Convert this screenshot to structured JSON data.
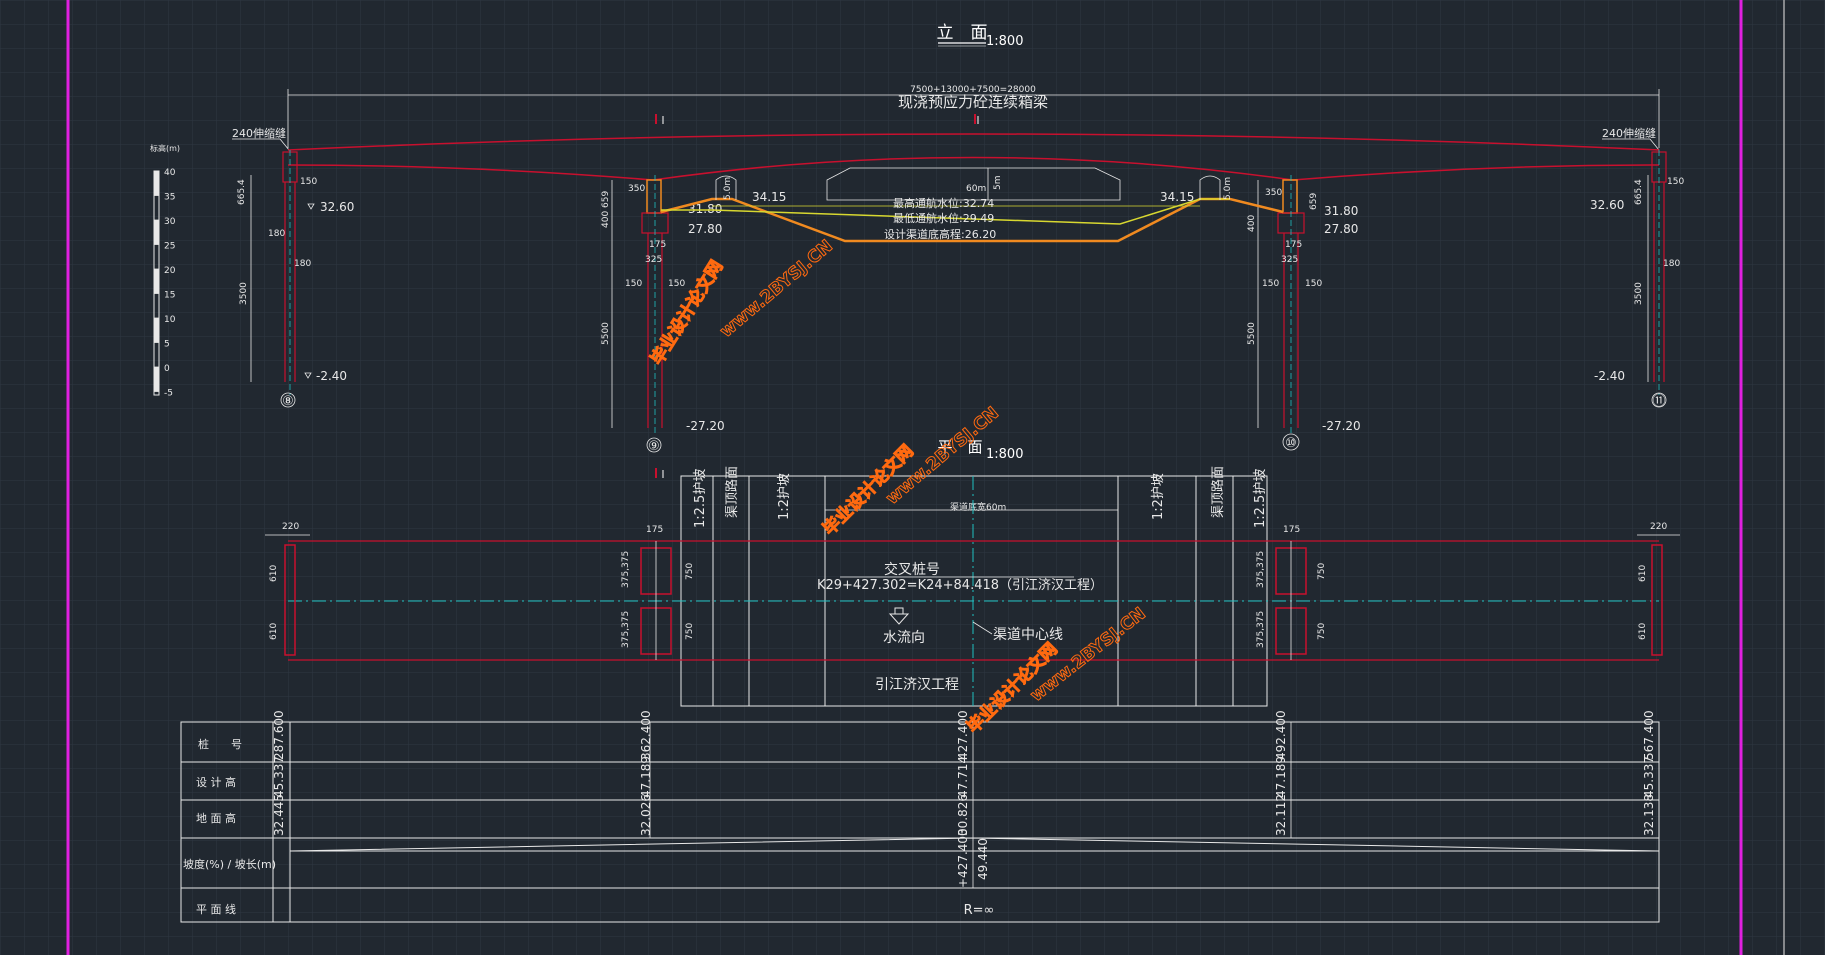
{
  "colors": {
    "background": "#212830",
    "grid": "#2e3742",
    "border_magenta": "#e020e0",
    "beam_red": "#c8102e",
    "line_white": "#e8e8e8",
    "water_yellow": "#d8d830",
    "channel_orange": "#f08a20",
    "centerline_cyan": "#20c0c0",
    "watermark_orange": "#ff6a10"
  },
  "elevation": {
    "title": "立　面",
    "scale": "1:800",
    "span_dim": "7500+13000+7500=28000",
    "beam_label": "现浇预应力砼连续箱梁",
    "section_mark": "I",
    "expansion_joint_left": "240伸缩缝",
    "expansion_joint_right": "240伸缩缝",
    "scale_bar_title": "标高(m)",
    "scale_bar_ticks": [
      "40",
      "35",
      "30",
      "25",
      "20",
      "15",
      "10",
      "5",
      "0",
      "-5"
    ],
    "left_abutment": {
      "dim_150": "150",
      "dim_665": "665.4",
      "dim_180a": "180",
      "dim_180b": "180",
      "dim_3500": "3500",
      "elev_top": "32.60",
      "elev_bottom": "-2.40",
      "axis": "⑧"
    },
    "pier_9": {
      "dim_350": "350",
      "dim_659": "659",
      "dim_400": "400",
      "dim_175": "175",
      "dim_325": "325",
      "dim_150a": "150",
      "dim_150b": "150",
      "dim_5500": "5500",
      "elev_a": "31.80",
      "elev_b": "27.80",
      "elev_bottom": "-27.20",
      "axis": "⑨"
    },
    "pier_10": {
      "dim_350": "350",
      "dim_659": "659",
      "dim_400": "400",
      "dim_175": "175",
      "dim_325": "325",
      "dim_150a": "150",
      "dim_150b": "150",
      "dim_5500": "5500",
      "elev_a": "31.80",
      "elev_b": "27.80",
      "elev_bottom": "-27.20",
      "axis": "⑩"
    },
    "right_abutment": {
      "dim_150": "150",
      "dim_665": "665.4",
      "dim_180": "180",
      "dim_3500": "3500",
      "elev_top": "32.60",
      "elev_bottom": "-2.40",
      "axis": "⑪"
    },
    "channel": {
      "bank_left": "34.15",
      "bank_right": "34.15",
      "berm_left": "5.0m",
      "berm_right": "5.0m",
      "width": "60m",
      "height": "5m",
      "water_max": "最高通航水位:32.74",
      "water_min": "最低通航水位:29.49",
      "bed": "设计渠道底高程:26.20"
    }
  },
  "plan": {
    "title": "平　面",
    "scale": "1:800",
    "section_mark": "I",
    "slope_left_1": "1:2.5护坡",
    "road_left": "渠顶路面",
    "slope_left_2": "1:2护坡",
    "slope_right_1": "1:2护坡",
    "road_right": "渠顶路面",
    "slope_right_2": "1:2.5护坡",
    "channel_width": "渠道底宽60m",
    "crossing_title": "交叉桩号",
    "crossing_value": "K29+427.302=K24+84.418（引江济汉工程）",
    "flow_label": "水流向",
    "centerline_label": "渠道中心线",
    "project_label": "引江济汉工程",
    "left_dims": {
      "d220": "220",
      "d610a": "610",
      "d610b": "610"
    },
    "pier_dims": {
      "d175": "175",
      "d375a": "375,375",
      "d375b": "375,375",
      "d750a": "750",
      "d750b": "750"
    },
    "right_dims": {
      "d220": "220",
      "d610a": "610",
      "d610b": "610"
    }
  },
  "table": {
    "row_labels": [
      "桩　　号",
      "设 计 高",
      "地 面 高",
      "坡度(%) / 坡长(m)",
      "平 面 线"
    ],
    "columns": [
      {
        "station": "287.600",
        "design": "45.337",
        "ground": "32.445"
      },
      {
        "station": "362.400",
        "design": "47.189",
        "ground": "32.026"
      },
      {
        "station": "427.400",
        "design": "47.714",
        "ground": "30.826"
      },
      {
        "station": "492.400",
        "design": "47.189",
        "ground": "32.112"
      },
      {
        "station": "567.400",
        "design": "45.337",
        "ground": "32.138"
      }
    ],
    "grade_station": "+427.400",
    "grade_length": "49.440",
    "curve": "R=∞"
  },
  "watermarks": [
    "毕业设计论文网",
    "www.2BYSJ.CN"
  ]
}
